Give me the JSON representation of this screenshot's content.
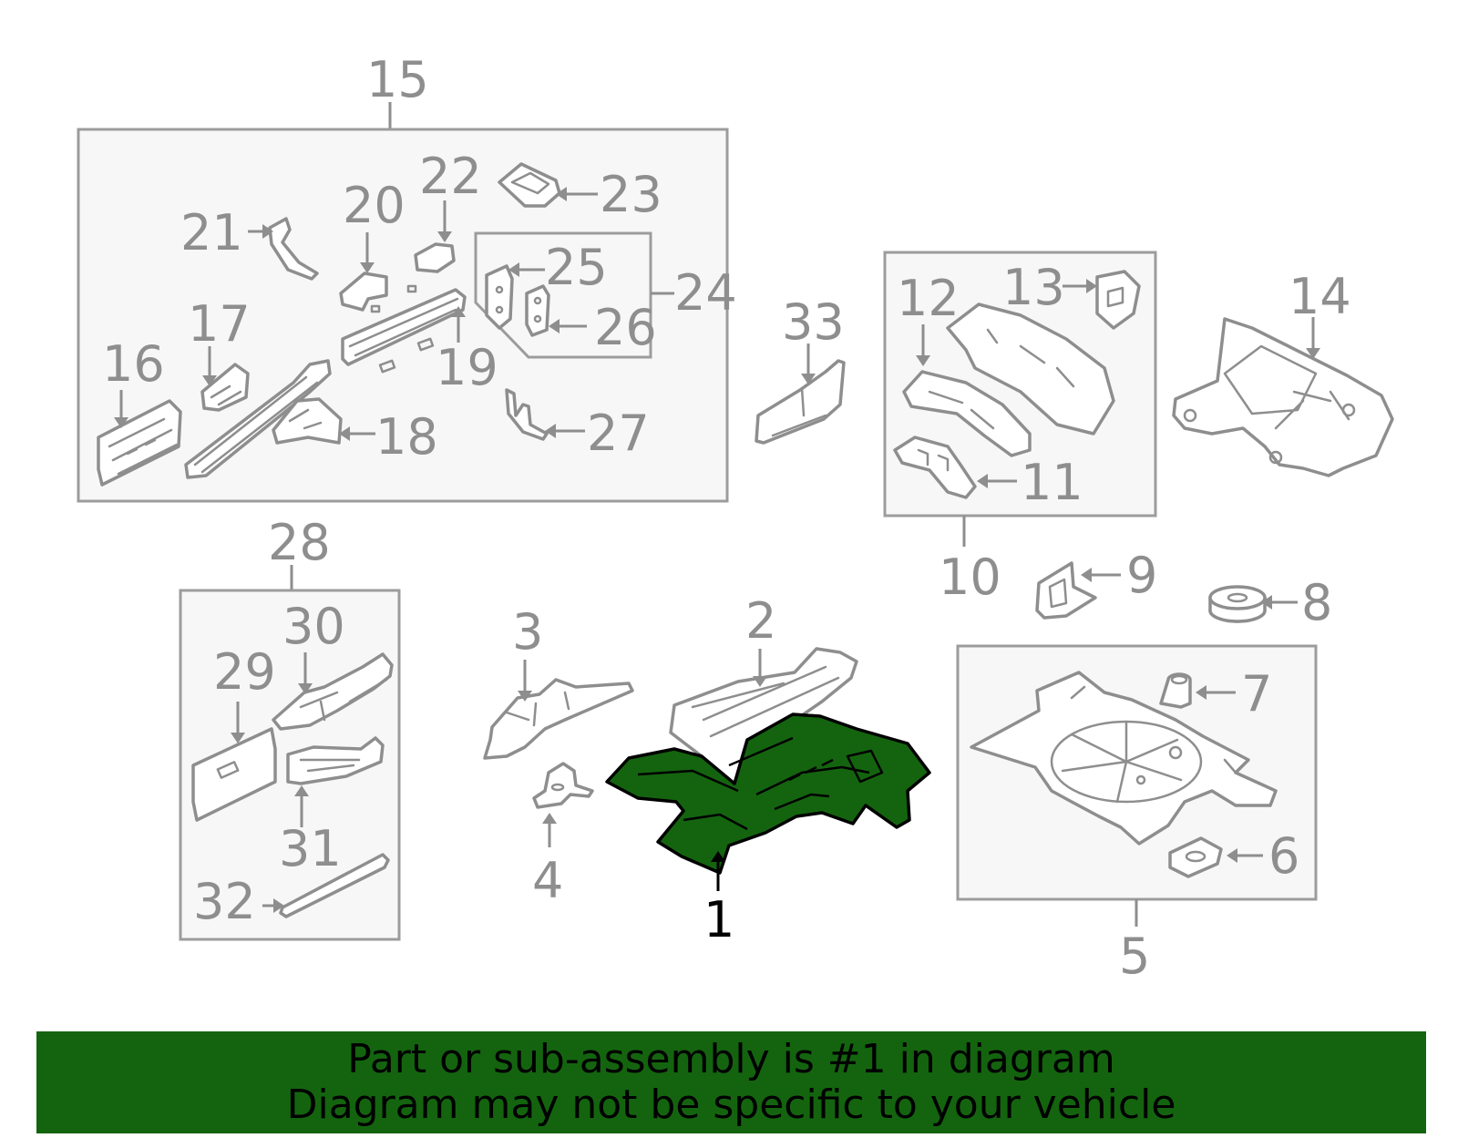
{
  "diagram": {
    "callouts": [
      {
        "id": "1",
        "text": "1"
      },
      {
        "id": "2",
        "text": "2"
      },
      {
        "id": "3",
        "text": "3"
      },
      {
        "id": "4",
        "text": "4"
      },
      {
        "id": "5",
        "text": "5"
      },
      {
        "id": "6",
        "text": "6"
      },
      {
        "id": "7",
        "text": "7"
      },
      {
        "id": "8",
        "text": "8"
      },
      {
        "id": "9",
        "text": "9"
      },
      {
        "id": "10",
        "text": "10"
      },
      {
        "id": "11",
        "text": "11"
      },
      {
        "id": "12",
        "text": "12"
      },
      {
        "id": "13",
        "text": "13"
      },
      {
        "id": "14",
        "text": "14"
      },
      {
        "id": "15",
        "text": "15"
      },
      {
        "id": "16",
        "text": "16"
      },
      {
        "id": "17",
        "text": "17"
      },
      {
        "id": "18",
        "text": "18"
      },
      {
        "id": "19",
        "text": "19"
      },
      {
        "id": "20",
        "text": "20"
      },
      {
        "id": "21",
        "text": "21"
      },
      {
        "id": "22",
        "text": "22"
      },
      {
        "id": "23",
        "text": "23"
      },
      {
        "id": "24",
        "text": "24"
      },
      {
        "id": "25",
        "text": "25"
      },
      {
        "id": "26",
        "text": "26"
      },
      {
        "id": "27",
        "text": "27"
      },
      {
        "id": "28",
        "text": "28"
      },
      {
        "id": "29",
        "text": "29"
      },
      {
        "id": "30",
        "text": "30"
      },
      {
        "id": "31",
        "text": "31"
      },
      {
        "id": "32",
        "text": "32"
      },
      {
        "id": "33",
        "text": "33"
      }
    ],
    "highlighted_part": "1",
    "highlight_color": "#14640f",
    "part_color": "#8e8e8e"
  },
  "banner": {
    "line1": "Part or sub-assembly is #1 in diagram",
    "line2": "Diagram may not be specific to your vehicle",
    "color": "#14640f"
  }
}
